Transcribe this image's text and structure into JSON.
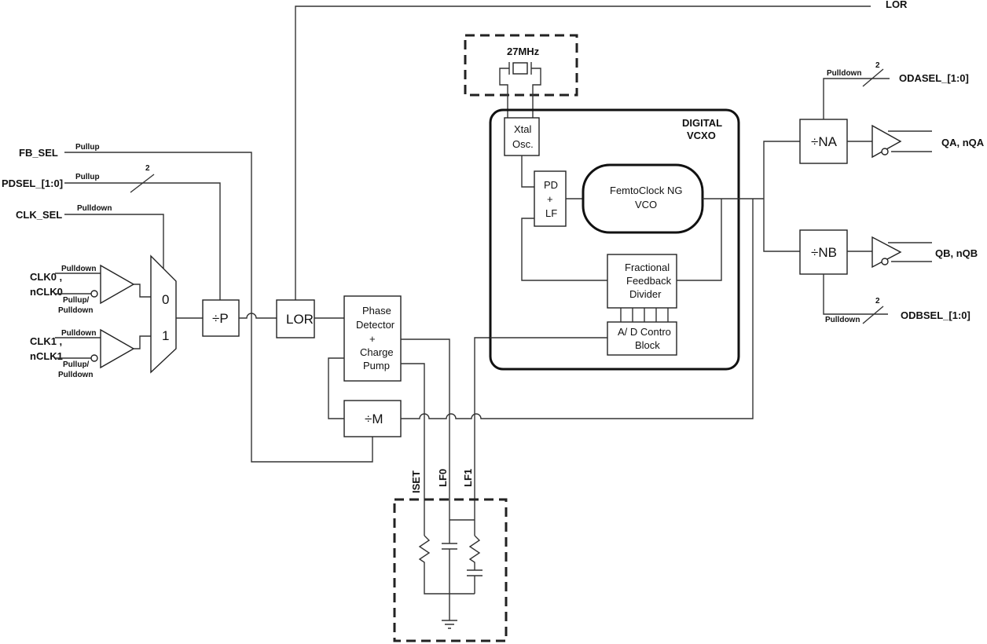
{
  "signals": {
    "lor_out": "LOR",
    "fb_sel": "FB_SEL",
    "pdsel": "PDSEL_[1:0]",
    "clk_sel": "CLK_SEL",
    "clk0": "CLK0 ,",
    "nclk0": "nCLK0",
    "clk1": "CLK1 ,",
    "nclk1": "nCLK1",
    "odasel": "ODASEL_[1:0]",
    "odbsel": "ODBSEL_[1:0]",
    "qa": "QA, nQA",
    "qb": "QB, nQB",
    "iset": "ISET",
    "lf0": "LF0",
    "lf1": "LF1"
  },
  "resistors": {
    "pullup": "Pullup",
    "pulldown": "Pulldown",
    "pullup_slash": "Pullup/",
    "bus_width": "2"
  },
  "blocks": {
    "crystal": "27MHz",
    "digital_vcxo_1": "DIGITAL",
    "digital_vcxo_2": "VCXO",
    "xtal_1": "Xtal",
    "xtal_2": "Osc.",
    "pdlf_1": "PD",
    "pdlf_2": "+",
    "pdlf_3": "LF",
    "vco_1": "FemtoClock NG",
    "vco_2": "VCO",
    "ffd_1": "Fractional",
    "ffd_2": "Feedback",
    "ffd_3": "Divider",
    "adc_1": "A/ D Contro",
    "adc_2": "Block",
    "mux_0": "0",
    "mux_1": "1",
    "div_p": "÷P",
    "lor": "LOR",
    "pd_1": "Phase",
    "pd_2": "Detector",
    "pd_3": "+",
    "pd_4": "Charge",
    "pd_5": "Pump",
    "div_m": "÷M",
    "div_na": "÷NA",
    "div_nb": "÷NB"
  }
}
